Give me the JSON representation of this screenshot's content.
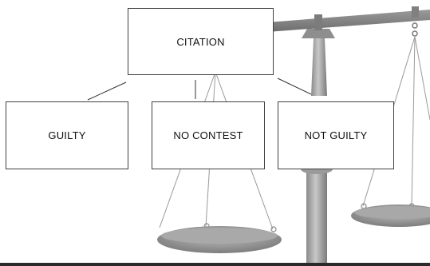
{
  "diagram": {
    "root": {
      "label": "CITATION"
    },
    "children": [
      {
        "label": "GUILTY"
      },
      {
        "label": "NO CONTEST"
      },
      {
        "label": "NOT GUILTY"
      }
    ]
  },
  "background_illustration": "balance-scale-icon"
}
